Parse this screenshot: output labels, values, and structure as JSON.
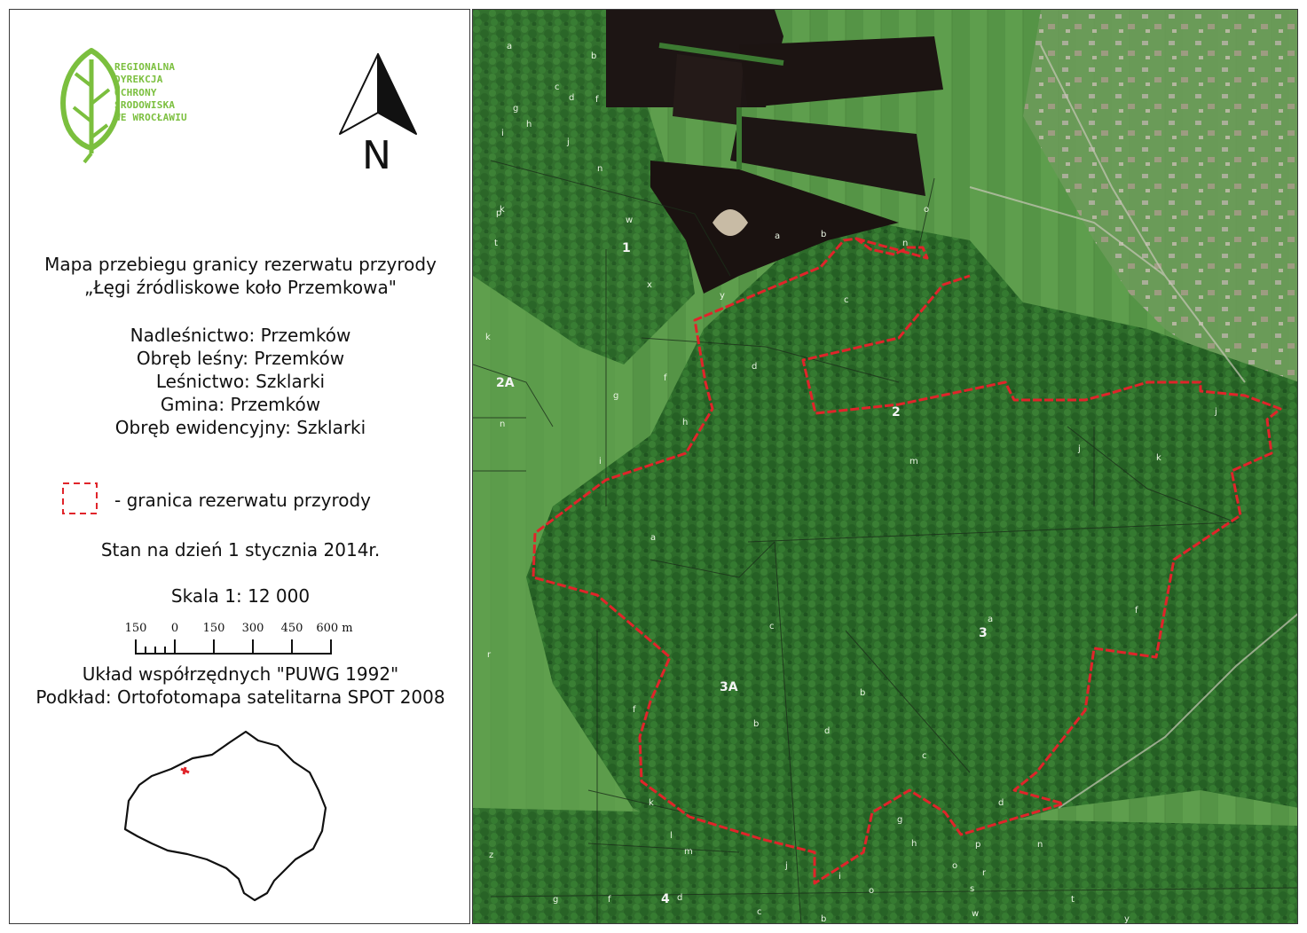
{
  "logo": {
    "lines": [
      "REGIONALNA",
      "DYREKCJA",
      "OCHRONY",
      "ŚRODOWISKA",
      "WE WROCŁAWIU"
    ],
    "color": "#7bbf3e"
  },
  "north_arrow": {
    "letter": "N"
  },
  "title": {
    "line1": "Mapa przebiegu granicy rezerwatu przyrody",
    "line2": "„Łęgi źródliskowe koło Przemkowa\""
  },
  "info": {
    "nadlesnictwo": "Nadleśnictwo: Przemków",
    "obreb_lesny": "Obręb leśny: Przemków",
    "lesnictwo": "Leśnictwo: Szklarki",
    "gmina": "Gmina: Przemków",
    "obreb_ewidencyjny": "Obręb ewidencyjny: Szklarki"
  },
  "legend": {
    "boundary_label": "- granica rezerwatu przyrody",
    "boundary_color": "#e0242a"
  },
  "status": "Stan na dzień 1 stycznia 2014r.",
  "scale": {
    "text": "Skala 1: 12 000",
    "ticks": [
      "150",
      "0",
      "150",
      "300",
      "450",
      "600 m"
    ]
  },
  "coords": {
    "system": "Układ współrzędnych \"PUWG 1992\"",
    "basemap": "Podkład: Ortofotomapa satelitarna SPOT 2008"
  },
  "map": {
    "compartments": [
      "1",
      "2",
      "2A",
      "3",
      "3A",
      "4"
    ],
    "subdivision_letters": [
      "a",
      "b",
      "c",
      "d",
      "f",
      "g",
      "h",
      "i",
      "j",
      "k",
      "l",
      "m",
      "n",
      "o",
      "p",
      "r",
      "s",
      "t",
      "w",
      "x",
      "y",
      "z"
    ]
  }
}
